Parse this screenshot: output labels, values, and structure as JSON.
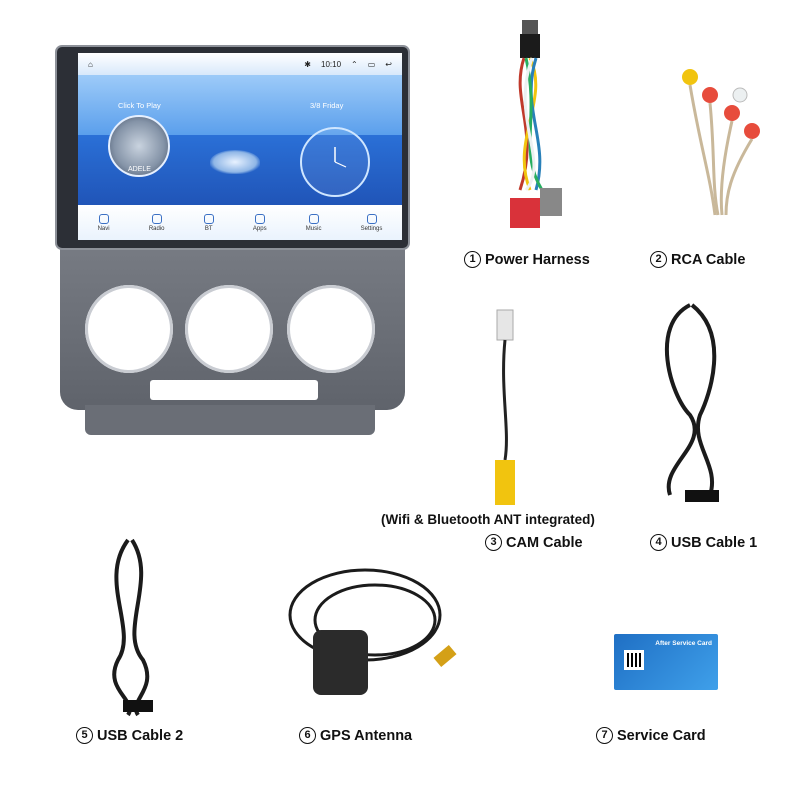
{
  "head_unit": {
    "status_time": "10:10",
    "click_to_play": "Click To Play",
    "date": "3/8  Friday",
    "album_text": "ADELE",
    "dock": [
      {
        "label": "Navi",
        "icon": "navigation-icon"
      },
      {
        "label": "Radio",
        "icon": "radio-icon"
      },
      {
        "label": "BT",
        "icon": "bluetooth-icon"
      },
      {
        "label": "Apps",
        "icon": "apps-grid-icon"
      },
      {
        "label": "Music",
        "icon": "music-note-icon"
      },
      {
        "label": "Settings",
        "icon": "gear-icon"
      }
    ]
  },
  "items": [
    {
      "num": "1",
      "label": "Power Harness"
    },
    {
      "num": "2",
      "label": "RCA Cable"
    },
    {
      "num": "3",
      "label": "CAM Cable"
    },
    {
      "num": "4",
      "label": "USB Cable 1"
    },
    {
      "num": "5",
      "label": "USB Cable 2"
    },
    {
      "num": "6",
      "label": "GPS Antenna"
    },
    {
      "num": "7",
      "label": "Service Card"
    }
  ],
  "note": "(Wifi & Bluetooth ANT integrated)",
  "service_card_title": "After Service Card",
  "colors": {
    "screen_blue": "#2a6fd6",
    "bezel": "#2c2f36",
    "panel_gray": "#6b6f77",
    "harness_red": "#d9323a",
    "rca_yellow": "#f1c40f"
  }
}
